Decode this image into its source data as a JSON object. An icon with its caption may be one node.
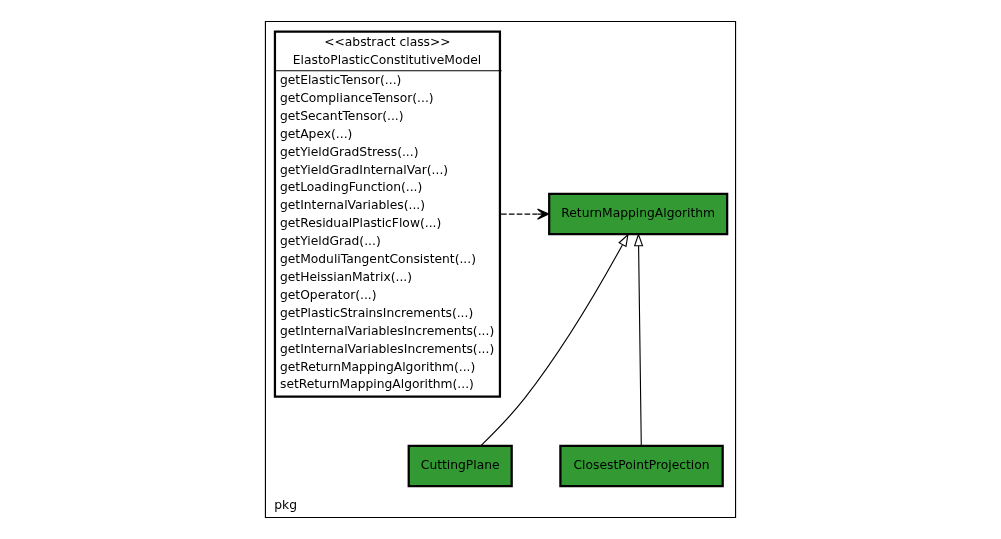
{
  "diagram": {
    "nodes": [
      {
        "text": [
          "pkg"
        ]
      },
      {
        "text": [
          "<<abstract class>>",
          "ElastoPlasticConstitutiveModel",
          "getElasticTensor(...)",
          "getComplianceTensor(...)",
          "getSecantTensor(...)",
          "getApex(...)",
          "getYieldGradStress(...)",
          "getYieldGradInternalVar(...)",
          "getLoadingFunction(...)",
          "getInternalVariables(...)",
          "getResidualPlasticFlow(...)",
          "getYieldGrad(...)",
          "getModuliTangentConsistent(...)",
          "getHeissianMatrix(...)",
          "getOperator(...)",
          "getPlasticStrainsIncrements(...)",
          "getInternalVariablesIncrements(...)",
          "getInternalVariablesIncrements(...)",
          "getReturnMappingAlgorithm(...)",
          "setReturnMappingAlgorithm(...)"
        ],
        "in": 0
      },
      {
        "text": [
          "ReturnMappingAlgorithm"
        ],
        "in": 0
      },
      {
        "text": [
          "ClosestPointProjection"
        ],
        "in": 0
      },
      {
        "text": [
          "CuttingPlane"
        ],
        "in": 0
      }
    ],
    "edges": [
      {
        "from": 1,
        "to": 2,
        "arrow": "to",
        "style": "dashed"
      },
      {
        "from": 3,
        "to": 2,
        "arrow": "to"
      },
      {
        "from": 4,
        "to": 2,
        "arrow": "to"
      }
    ]
  }
}
